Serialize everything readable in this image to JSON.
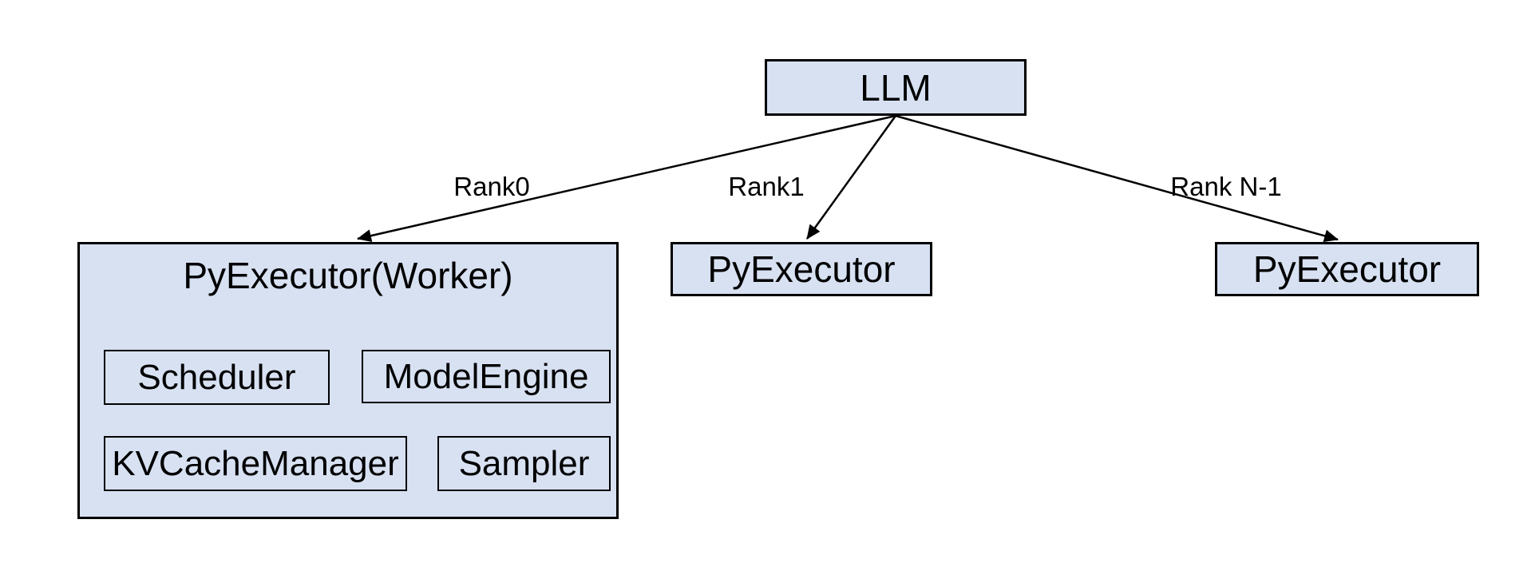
{
  "diagram": {
    "background": "#ffffff",
    "colors": {
      "node_fill": "#d7e1f2",
      "node_border": "#000000",
      "arrow": "#000000",
      "text": "#000000"
    },
    "nodes": {
      "llm": {
        "label": "LLM"
      },
      "worker0": {
        "label": "PyExecutor(Worker)",
        "children": [
          {
            "label": "Scheduler"
          },
          {
            "label": "ModelEngine"
          },
          {
            "label": "KVCacheManager"
          },
          {
            "label": "Sampler"
          }
        ]
      },
      "worker1": {
        "label": "PyExecutor"
      },
      "workerN": {
        "label": "PyExecutor"
      }
    },
    "edges": [
      {
        "from": "llm",
        "to": "worker0",
        "label": "Rank0"
      },
      {
        "from": "llm",
        "to": "worker1",
        "label": "Rank1"
      },
      {
        "from": "llm",
        "to": "workerN",
        "label": "Rank N-1"
      }
    ]
  }
}
